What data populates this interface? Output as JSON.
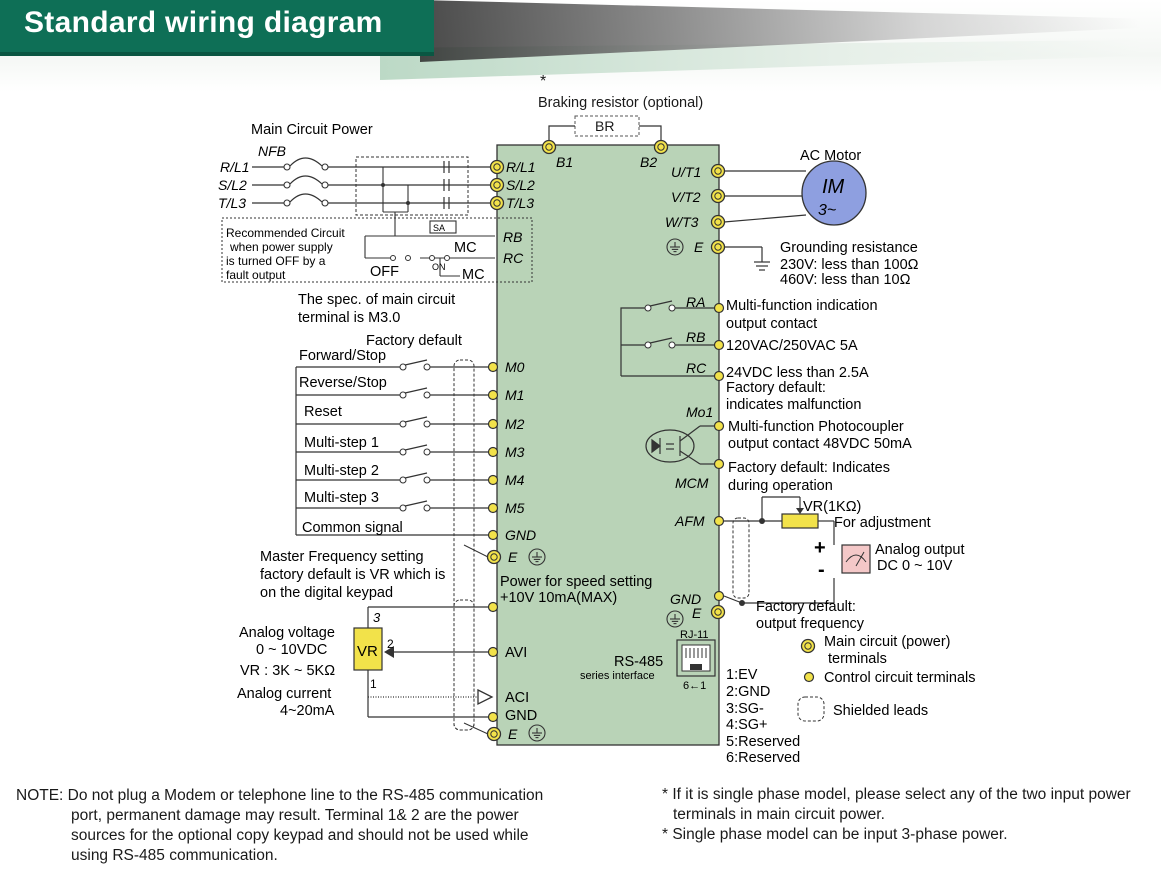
{
  "title": "Standard wiring diagram",
  "braking": {
    "star": "*",
    "label": "Braking resistor (optional)",
    "br": "BR",
    "b1": "B1",
    "b2": "B2"
  },
  "power": {
    "label": "Main Circuit Power",
    "nfb": "NFB",
    "lines": [
      "R/L1",
      "S/L2",
      "T/L3"
    ]
  },
  "inverter_power_terminals": [
    "R/L1",
    "S/L2",
    "T/L3"
  ],
  "recommended": [
    "Recommended Circuit",
    "when power supply",
    "is turned OFF by a",
    "fault output"
  ],
  "switch": {
    "sa": "SA",
    "mc1": "MC",
    "mc2": "MC",
    "off": "OFF",
    "on": "ON",
    "rb": "RB",
    "rc": "RC"
  },
  "spec_note": [
    "The spec. of main circuit",
    "terminal is M3.0"
  ],
  "factory_default": "Factory default",
  "inputs": [
    {
      "label": "Forward/Stop",
      "term": "M0"
    },
    {
      "label": "Reverse/Stop",
      "term": "M1"
    },
    {
      "label": "Reset",
      "term": "M2"
    },
    {
      "label": "Multi-step 1",
      "term": "M3"
    },
    {
      "label": "Multi-step 2",
      "term": "M4"
    },
    {
      "label": "Multi-step 3",
      "term": "M5"
    },
    {
      "label": "Common signal",
      "term": "GND"
    }
  ],
  "e_term": "E",
  "master_freq": [
    "Master Frequency setting",
    "factory default is VR which is",
    "on the digital keypad"
  ],
  "speed_power": [
    "Power for speed setting",
    "+10V 10mA(MAX)"
  ],
  "analog_in": {
    "voltage": "Analog voltage",
    "range": "0 ~ 10VDC",
    "vr": "VR : 3K ~ 5KΩ",
    "vr_box": "VR",
    "pin3": "3",
    "pin2": "2",
    "pin1": "1",
    "current": "Analog current",
    "current_range": "4~20mA",
    "avi": "AVI",
    "aci": "ACI",
    "gnd": "GND"
  },
  "motor": {
    "label": "AC Motor",
    "im": "IM",
    "phase": "3~",
    "terms": [
      "U/T1",
      "V/T2",
      "W/T3"
    ]
  },
  "grounding": [
    "Grounding resistance",
    "230V: less than 100Ω",
    "460V: less than 10Ω"
  ],
  "relay": {
    "ra": "RA",
    "rb": "RB",
    "rc": "RC",
    "desc": [
      "Multi-function indication",
      "output contact",
      "120VAC/250VAC  5A",
      "24VDC  less than 2.5A",
      "Factory default:",
      "indicates malfunction"
    ]
  },
  "photo": {
    "mo1": "Mo1",
    "mcm": "MCM",
    "desc": [
      "Multi-function Photocoupler",
      "output contact 48VDC 50mA",
      "Factory default: Indicates",
      "during operation"
    ]
  },
  "afm": {
    "afm": "AFM",
    "vr": "VR(1KΩ)",
    "adj": "For adjustment",
    "plus": "+",
    "minus": "-",
    "out1": "Analog output",
    "out2": "DC 0 ~ 10V",
    "gnd": "GND",
    "e": "E",
    "fd1": "Factory default:",
    "fd2": "output frequency"
  },
  "rs485": {
    "rj": "RJ-11",
    "label": "RS-485",
    "sub": "series interface",
    "pins": "6←1",
    "list": [
      "1:EV",
      "2:GND",
      "3:SG-",
      "4:SG+",
      "5:Reserved",
      "6:Reserved"
    ]
  },
  "legend": {
    "main": [
      "Main circuit (power)",
      "terminals"
    ],
    "control": "Control circuit terminals",
    "shield": "Shielded leads"
  },
  "notes": {
    "left": [
      "NOTE: Do not plug a Modem or telephone line to the RS-485 communication",
      "port, permanent damage may result. Terminal 1& 2 are the power",
      "sources for the optional copy keypad and should not be used while",
      "using RS-485 communication."
    ],
    "right": [
      "* If it is single phase model, please select any of the two input power",
      "terminals in main circuit power.",
      "* Single phase model can be input 3-phase power."
    ]
  },
  "colors": {
    "title_bg": "#0e6f56",
    "inverter": "#b9d3b7",
    "terminal": "#f2e24a",
    "motor": "#8e9fe0"
  }
}
